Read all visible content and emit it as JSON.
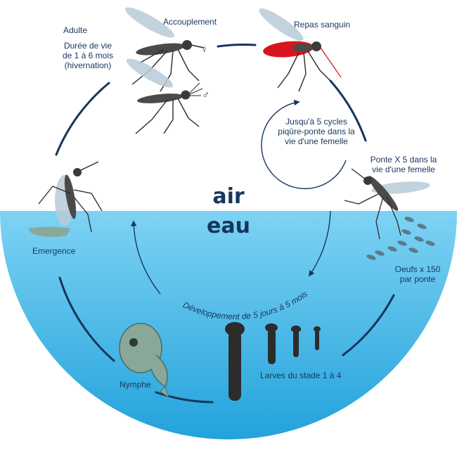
{
  "diagram": {
    "zones": {
      "air": "air",
      "water": "eau"
    },
    "stages": {
      "adult": {
        "title": "Adulte",
        "detail": "Durée de vie\nde 1 à 6 mois\n(hivernation)"
      },
      "mating": {
        "title": "Accouplement",
        "female_symbol": "♀",
        "male_symbol": "♂"
      },
      "blood_meal": {
        "title": "Repas sanguin"
      },
      "cycles": {
        "text": "Jusqu'à 5 cycles\npiqûre-ponte dans la\nvie d'une femelle"
      },
      "laying": {
        "text": "Ponte X 5 dans la\nvie d'une femelle"
      },
      "eggs": {
        "text": "Oeufs x 150\npar ponte"
      },
      "larvae": {
        "text": "Larves du stade 1 à 4"
      },
      "pupa": {
        "text": "Nymphe"
      },
      "emergence": {
        "text": "Emergence"
      },
      "development": {
        "text": "Développement de 5 jours à 5 mois"
      }
    },
    "colors": {
      "water_top": "#7ed3f4",
      "water_bottom": "#2aa6dd",
      "cycle_line": "#17365d",
      "blood": "#d8141c",
      "mosquito_body": "#4a4a4a",
      "wing": "#b9cbd8",
      "larva": "#2c2c2c",
      "pupa": "#8aa89a"
    }
  }
}
